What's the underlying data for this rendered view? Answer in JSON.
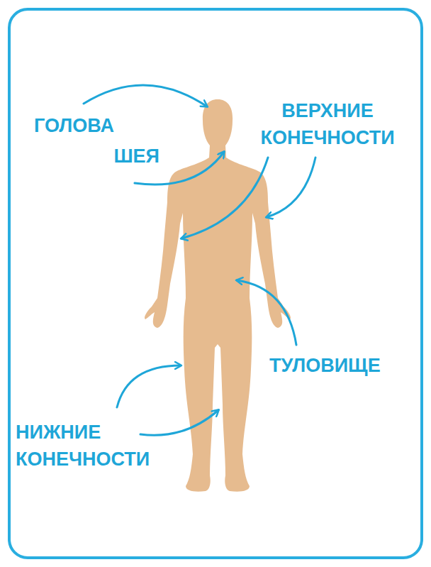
{
  "diagram": {
    "labels": [
      "ГОЛОВА",
      "ШЕЯ",
      "ВЕРХНИЕ КОНЕЧНОСТИ",
      "ТУЛОВИЩЕ",
      "НИЖНИЕ КОНЕЧНОСТИ"
    ]
  }
}
